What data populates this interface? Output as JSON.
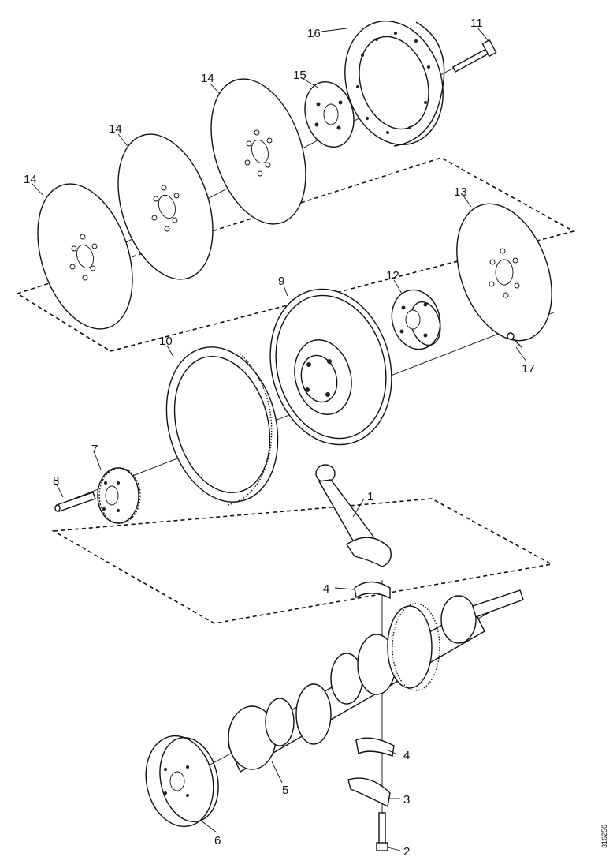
{
  "callouts": {
    "c1": "1",
    "c2": "2",
    "c3": "3",
    "c4a": "4",
    "c4b": "4",
    "c5": "5",
    "c6": "6",
    "c7": "7",
    "c8": "8",
    "c9": "9",
    "c10": "10",
    "c11": "11",
    "c12": "12",
    "c13": "13",
    "c14a": "14",
    "c14b": "14",
    "c14c": "14",
    "c15": "15",
    "c16": "16",
    "c17": "17"
  },
  "document_id": "316256"
}
